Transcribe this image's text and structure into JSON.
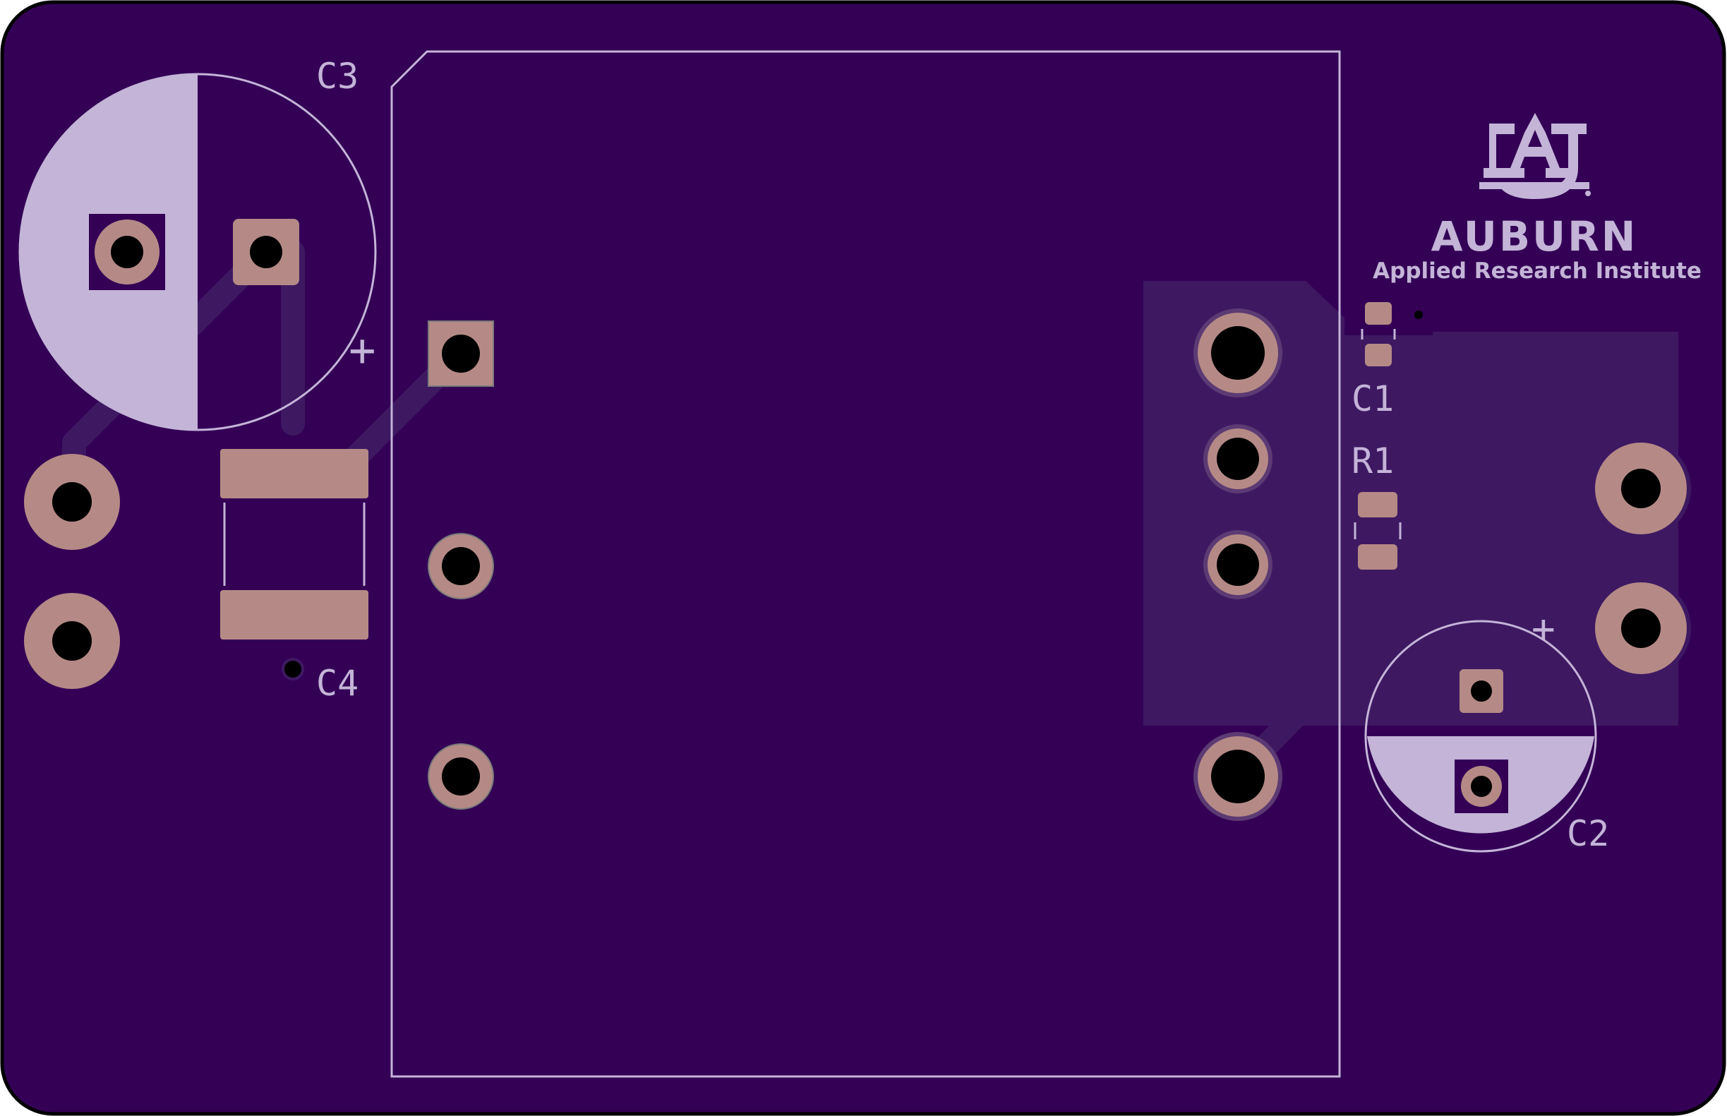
{
  "board": {
    "substrate_color": "#330055",
    "copper_color": "#b58a86",
    "silkscreen_color": "#c4b4d8",
    "outline_color": "#000000",
    "copper_pour_color": "#3e1962"
  },
  "designators": {
    "c1": "C1",
    "c2": "C2",
    "c3": "C3",
    "c4": "C4",
    "r1": "R1"
  },
  "polarity": {
    "c2_plus": "+",
    "c3_plus": "+"
  },
  "logo": {
    "name": "AUBURN",
    "subtitle": "Applied Research Institute",
    "icon": "auburn-au-monogram-icon"
  }
}
